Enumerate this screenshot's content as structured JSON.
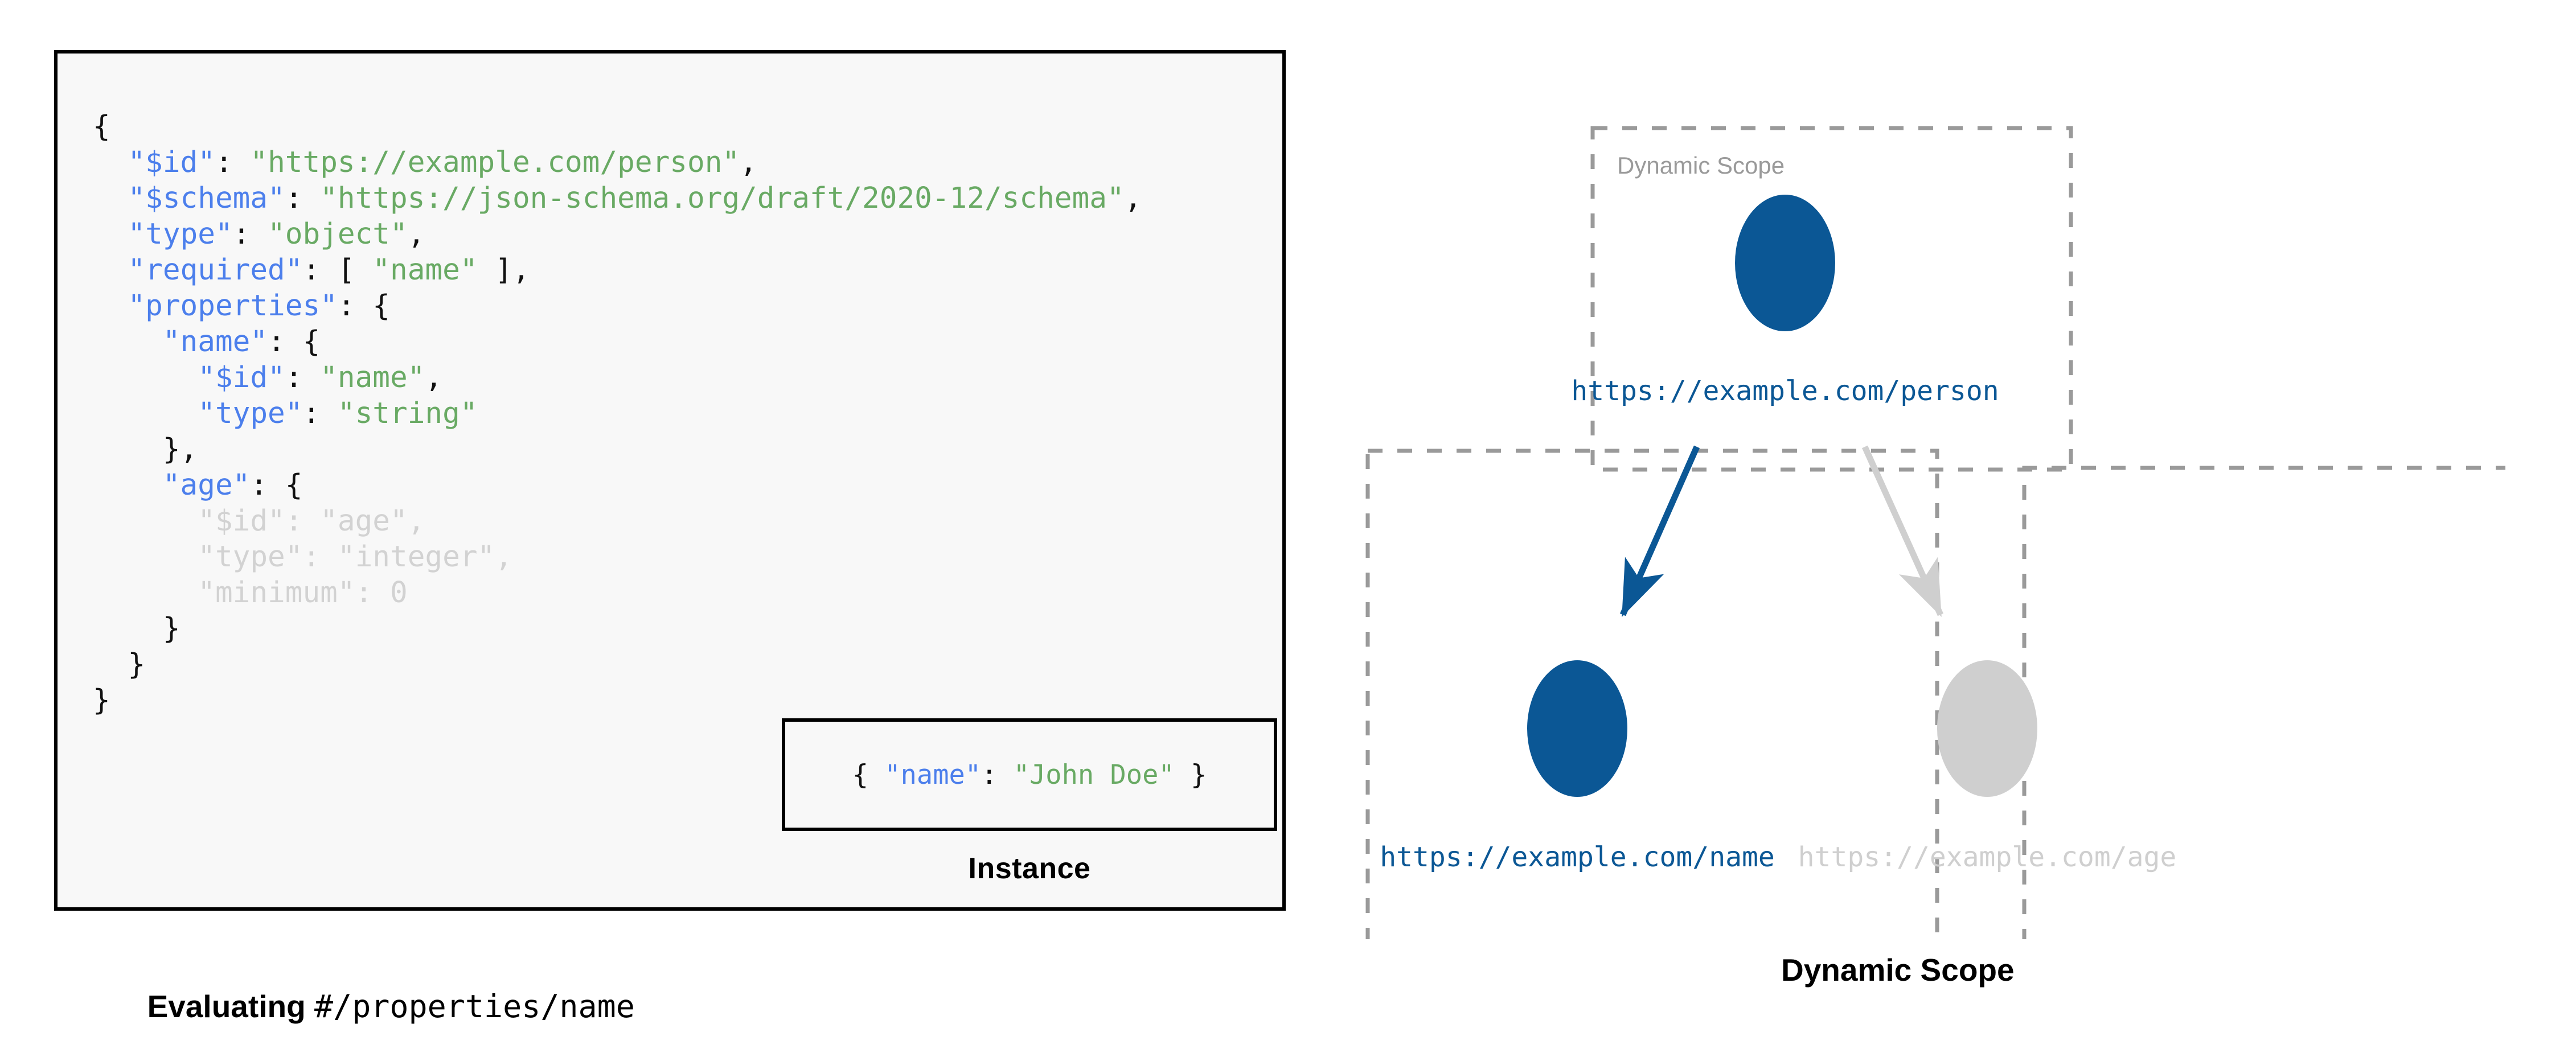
{
  "code_panel": {
    "lines": [
      [
        {
          "t": "{",
          "c": "p"
        }
      ],
      [
        {
          "t": "  ",
          "c": "p"
        },
        {
          "t": "\"$id\"",
          "c": "k"
        },
        {
          "t": ": ",
          "c": "p"
        },
        {
          "t": "\"https://example.com/person\"",
          "c": "s"
        },
        {
          "t": ",",
          "c": "p"
        }
      ],
      [
        {
          "t": "  ",
          "c": "p"
        },
        {
          "t": "\"$schema\"",
          "c": "k"
        },
        {
          "t": ": ",
          "c": "p"
        },
        {
          "t": "\"https://json-schema.org/draft/2020-12/schema\"",
          "c": "s"
        },
        {
          "t": ",",
          "c": "p"
        }
      ],
      [
        {
          "t": "  ",
          "c": "p"
        },
        {
          "t": "\"type\"",
          "c": "k"
        },
        {
          "t": ": ",
          "c": "p"
        },
        {
          "t": "\"object\"",
          "c": "s"
        },
        {
          "t": ",",
          "c": "p"
        }
      ],
      [
        {
          "t": "  ",
          "c": "p"
        },
        {
          "t": "\"required\"",
          "c": "k"
        },
        {
          "t": ": [ ",
          "c": "p"
        },
        {
          "t": "\"name\"",
          "c": "s"
        },
        {
          "t": " ],",
          "c": "p"
        }
      ],
      [
        {
          "t": "  ",
          "c": "p"
        },
        {
          "t": "\"properties\"",
          "c": "k"
        },
        {
          "t": ": {",
          "c": "p"
        }
      ],
      [
        {
          "t": "    ",
          "c": "p"
        },
        {
          "t": "\"name\"",
          "c": "k"
        },
        {
          "t": ": {",
          "c": "p"
        }
      ],
      [
        {
          "t": "      ",
          "c": "p"
        },
        {
          "t": "\"$id\"",
          "c": "k"
        },
        {
          "t": ": ",
          "c": "p"
        },
        {
          "t": "\"name\"",
          "c": "s"
        },
        {
          "t": ",",
          "c": "p"
        }
      ],
      [
        {
          "t": "      ",
          "c": "p"
        },
        {
          "t": "\"type\"",
          "c": "k"
        },
        {
          "t": ": ",
          "c": "p"
        },
        {
          "t": "\"string\"",
          "c": "s"
        }
      ],
      [
        {
          "t": "    },",
          "c": "p"
        }
      ],
      [
        {
          "t": "    ",
          "c": "p"
        },
        {
          "t": "\"age\"",
          "c": "k"
        },
        {
          "t": ": {",
          "c": "p"
        }
      ],
      [
        {
          "t": "      ",
          "c": "p"
        },
        {
          "t": "\"$id\"",
          "c": "dim"
        },
        {
          "t": ": ",
          "c": "dim"
        },
        {
          "t": "\"age\"",
          "c": "dim"
        },
        {
          "t": ",",
          "c": "dim"
        }
      ],
      [
        {
          "t": "      ",
          "c": "p"
        },
        {
          "t": "\"type\"",
          "c": "dim"
        },
        {
          "t": ": ",
          "c": "dim"
        },
        {
          "t": "\"integer\"",
          "c": "dim"
        },
        {
          "t": ",",
          "c": "dim"
        }
      ],
      [
        {
          "t": "      ",
          "c": "p"
        },
        {
          "t": "\"minimum\"",
          "c": "dim"
        },
        {
          "t": ": ",
          "c": "dim"
        },
        {
          "t": "0",
          "c": "dim"
        }
      ],
      [
        {
          "t": "    }",
          "c": "p"
        }
      ],
      [
        {
          "t": "  }",
          "c": "p"
        }
      ],
      [
        {
          "t": "}",
          "c": "p"
        }
      ]
    ]
  },
  "instance": {
    "code_parts": [
      {
        "t": "{ ",
        "c": "p"
      },
      {
        "t": "\"name\"",
        "c": "k"
      },
      {
        "t": ": ",
        "c": "p"
      },
      {
        "t": "\"John Doe\"",
        "c": "s"
      },
      {
        "t": " }",
        "c": "p"
      }
    ],
    "caption": "Instance"
  },
  "captions": {
    "left_bold": "Evaluating ",
    "left_mono": "#/properties/name",
    "right": "Dynamic Scope"
  },
  "diagram": {
    "scope_label": "Dynamic Scope",
    "nodes": [
      {
        "id": "person",
        "url": "https://example.com/person",
        "state": "active"
      },
      {
        "id": "name",
        "url": "https://example.com/name",
        "state": "active"
      },
      {
        "id": "age",
        "url": "https://example.com/age",
        "state": "muted"
      }
    ],
    "edges": [
      {
        "from": "person",
        "to": "name",
        "state": "active"
      },
      {
        "from": "person",
        "to": "age",
        "state": "muted"
      }
    ]
  },
  "colors": {
    "accent_blue": "#0B5795",
    "muted_grey": "#CFCFCF",
    "dash_grey": "#9A9A9A",
    "json_key": "#4C7FEC",
    "json_string": "#69AA64",
    "panel_bg": "#F8F8F8"
  }
}
